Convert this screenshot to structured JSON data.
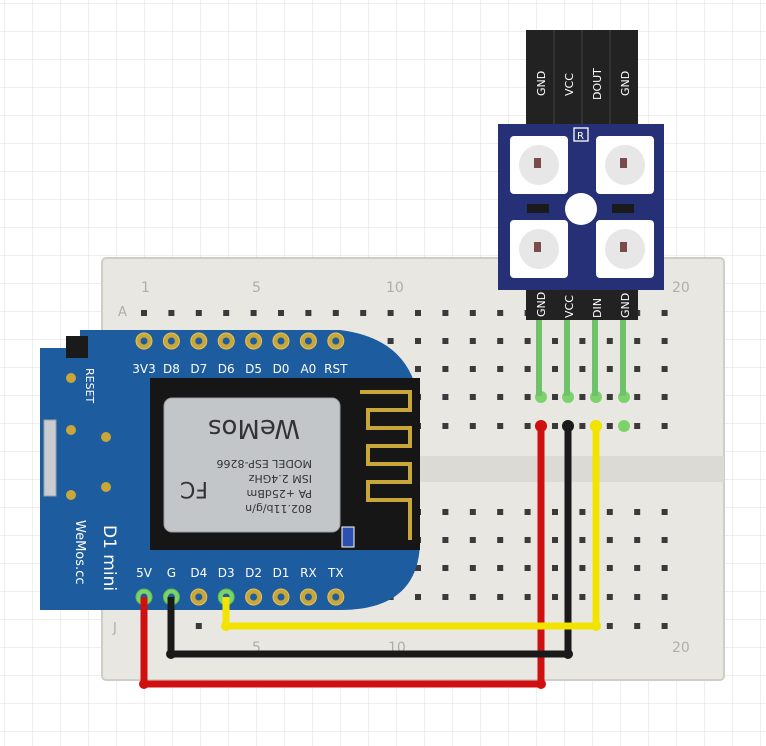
{
  "breadboard": {
    "row_label_top": "A",
    "row_label_bottom": "J",
    "col_labels_top": [
      "1",
      "5",
      "10",
      "20"
    ],
    "col_labels_bottom": [
      "5",
      "10",
      "20"
    ]
  },
  "d1mini": {
    "top_pins": [
      "3V3",
      "D8",
      "D7",
      "D6",
      "D5",
      "D0",
      "A0",
      "RST"
    ],
    "bottom_pins": [
      "5V",
      "G",
      "D4",
      "D3",
      "D2",
      "D1",
      "RX",
      "TX"
    ],
    "reset_label": "RESET",
    "board_name": "D1 mini",
    "brand_url": "WeMos.cc",
    "module": {
      "line1": "802.11b/g/n",
      "line2": "PA +25dBm",
      "line3": "ISM 2.4GHz",
      "line4": "MODEL  ESP-8266",
      "fcc": "FC"
    }
  },
  "led_module": {
    "header_labels": [
      "GND",
      "VCC",
      "DOUT",
      "GND"
    ],
    "pin_labels": [
      "GND",
      "VCC",
      "DIN",
      "GND"
    ],
    "registered_mark": "R"
  },
  "wires": [
    {
      "name": "red",
      "color": "#d01010"
    },
    {
      "name": "black",
      "color": "#1a1a1a"
    },
    {
      "name": "yellow",
      "color": "#f2e400"
    }
  ],
  "colors": {
    "grid": "#d9d9d9",
    "breadboard": "#e8e6e1",
    "board_blue": "#1d5a9c",
    "led_pcb": "#243077",
    "gold": "#c8a63a"
  }
}
